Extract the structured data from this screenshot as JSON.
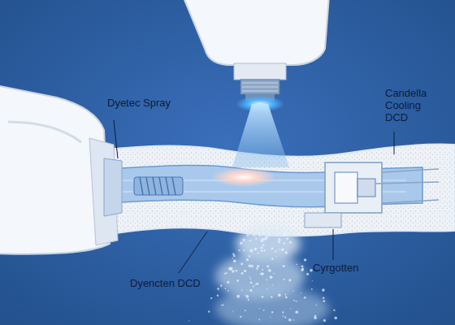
{
  "diagram": {
    "labels": [
      "Dyetec Spray",
      "Candella Cooling DCD",
      "Dyencten DCD",
      "Cyrgotten"
    ]
  }
}
